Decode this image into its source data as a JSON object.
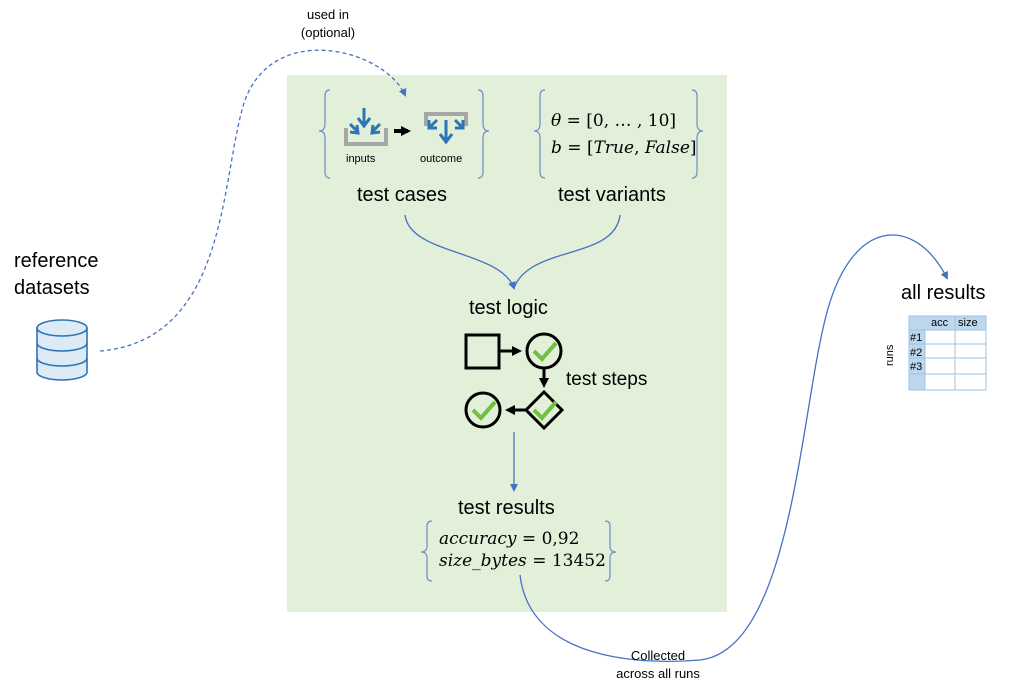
{
  "annotations": {
    "used_in_line1": "used in",
    "used_in_line2": "(optional)",
    "collected_line1": "Collected",
    "collected_line2": "across all runs"
  },
  "reference": {
    "line1": "reference",
    "line2": "datasets"
  },
  "test_cases": {
    "title": "test cases",
    "inputs_label": "inputs",
    "outcome_label": "outcome"
  },
  "test_variants": {
    "title": "test variants",
    "theta_lhs": "θ",
    "theta_rhs": "= [0, … , 10]",
    "b_lhs": "b",
    "b_rhs_pre": "= [",
    "b_true": "True",
    "b_sep": ", ",
    "b_false": "False",
    "b_rhs_post": "]"
  },
  "test_logic": {
    "title": "test logic",
    "steps_label": "test steps"
  },
  "test_results": {
    "title": "test results",
    "accuracy_name": "accuracy",
    "accuracy_value": "= 0,92",
    "size_name": "size_bytes",
    "size_value": "= 13452"
  },
  "all_results": {
    "title": "all results",
    "axis_label": "runs",
    "columns": [
      "acc",
      "size"
    ],
    "rows": [
      "#1",
      "#2",
      "#3"
    ]
  },
  "colors": {
    "panel": "#e2efd9",
    "connector": "#4472c4",
    "icon_blue": "#2e75b6",
    "tray_gray": "#a6a6a6",
    "check_green": "#70c13b",
    "db_fill": "#ddebf7",
    "table_header": "#bdd7ee"
  }
}
